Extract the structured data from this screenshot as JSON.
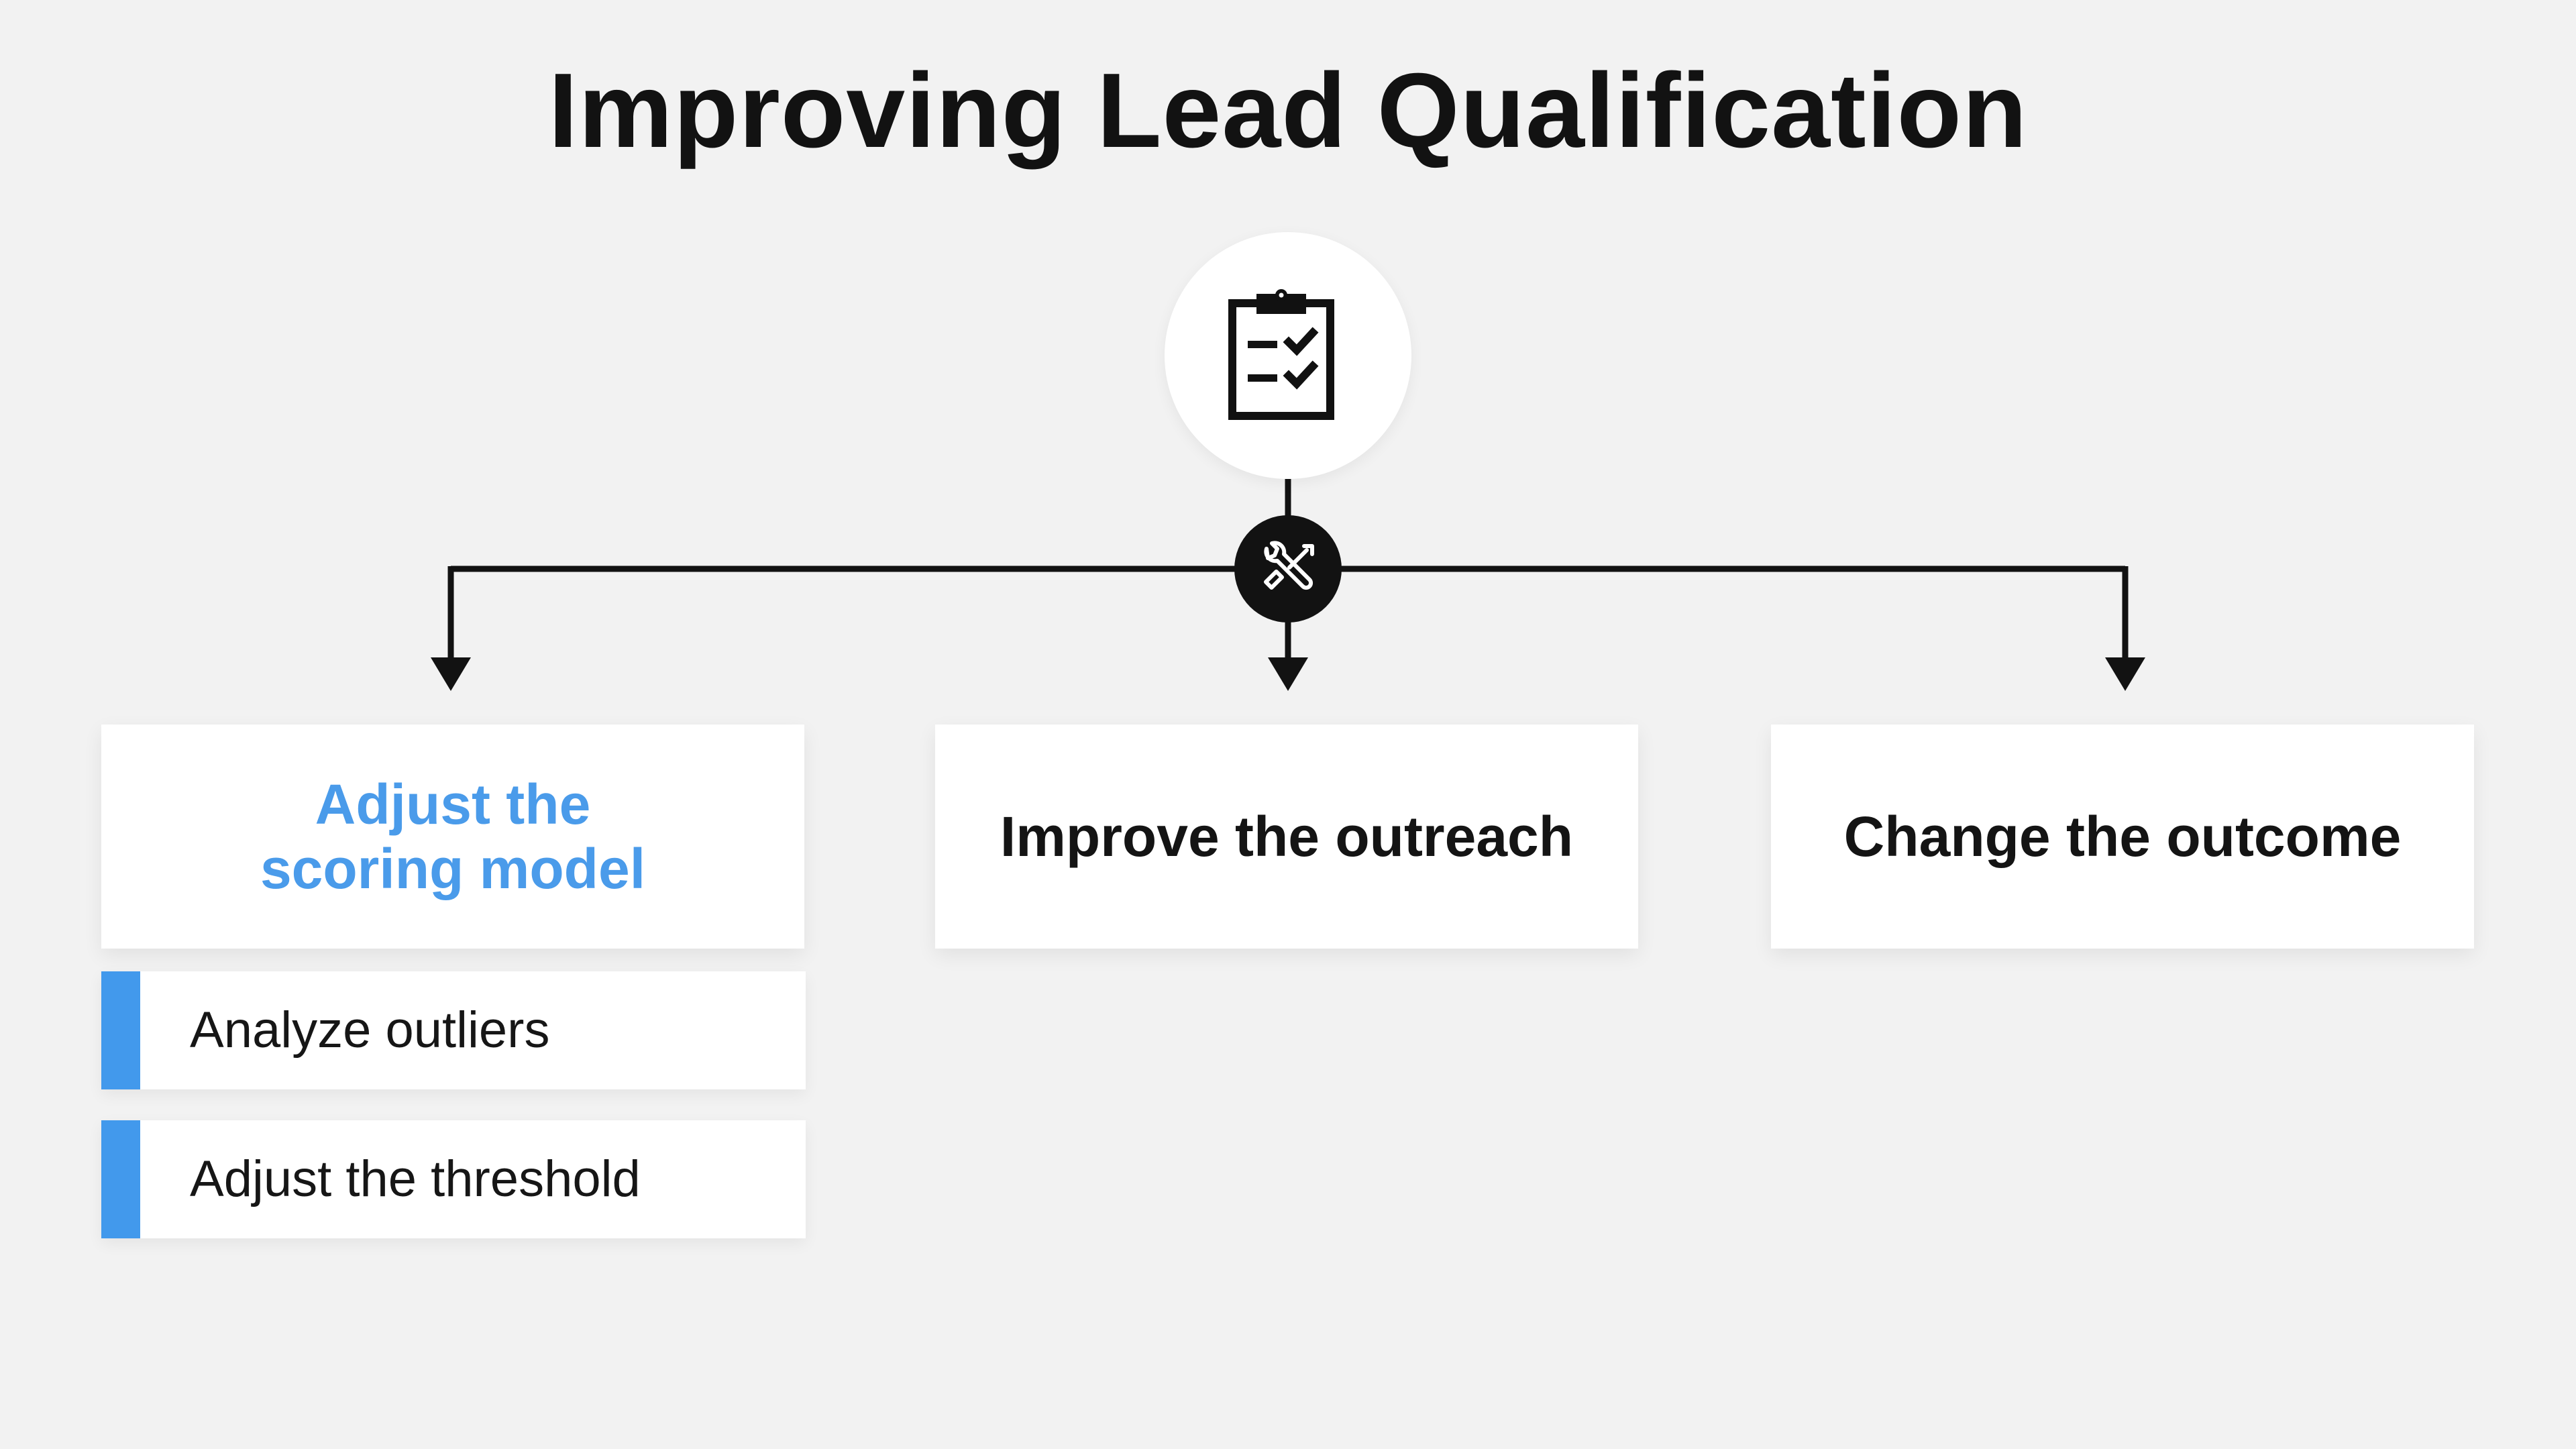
{
  "title": "Improving Lead Qualification",
  "root": {
    "icon": "clipboard-checklist-icon"
  },
  "junction": {
    "icon": "wrench-screwdriver-tools-icon"
  },
  "branches": [
    {
      "label": "Adjust the\nscoring model",
      "active": true,
      "subitems": [
        {
          "label": "Analyze outliers"
        },
        {
          "label": "Adjust the threshold"
        }
      ]
    },
    {
      "label": "Improve the outreach",
      "active": false,
      "subitems": []
    },
    {
      "label": "Change the outcome",
      "active": false,
      "subitems": []
    }
  ],
  "colors": {
    "background": "#f2f2f2",
    "accent": "#4299ec",
    "active_text": "#4a9bea",
    "dark": "#121212"
  }
}
